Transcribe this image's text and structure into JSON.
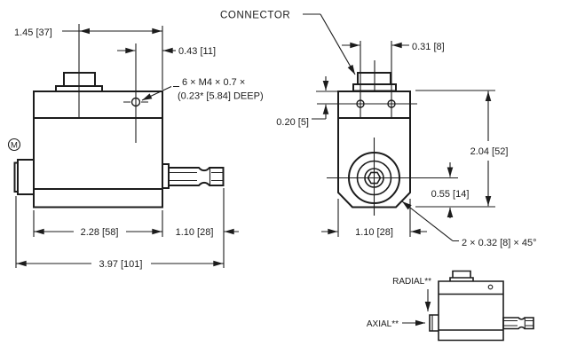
{
  "colors": {
    "ink": "#1c1c1c",
    "background": "#ffffff"
  },
  "annotations": {
    "connector_label": "CONNECTOR",
    "thread_note_line1": "6 × M4 × 0.7 ×",
    "thread_note_line2": "(0.23* [5.84] DEEP)",
    "chamfer_note": "2 × 0.32 [8] × 45°",
    "m_symbol": "M",
    "radial_label": "RADIAL**",
    "axial_label": "AXIAL**"
  },
  "dimensions": {
    "side_view": {
      "connector_to_edge": "1.45 [37]",
      "hole_to_edge": "0.43 [11]",
      "body_length": "2.28 [58]",
      "shaft_length": "1.10 [28]",
      "overall_length": "3.97 [101]"
    },
    "front_view": {
      "connector_width": "0.31 [8]",
      "top_to_hole": "0.20 [5]",
      "overall_height": "2.04 [52]",
      "center_to_bottom": "0.55 [14]",
      "body_width": "1.10 [28]"
    }
  }
}
